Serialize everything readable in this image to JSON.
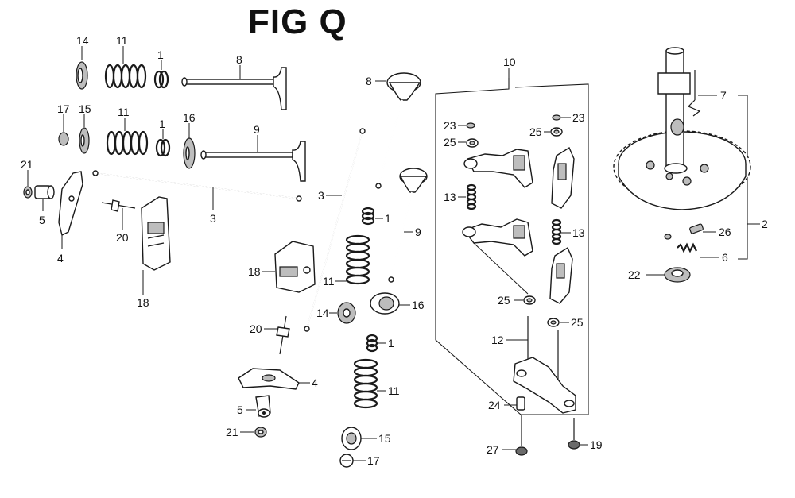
{
  "figure": {
    "title": "FIG Q"
  },
  "callouts": {
    "c14a": "14",
    "c11a": "11",
    "c1a": "1",
    "c8a": "8",
    "c17a": "17",
    "c15a": "15",
    "c11b": "11",
    "c1b": "1",
    "c16a": "16",
    "c9a": "9",
    "c21a": "21",
    "c5a": "5",
    "c4a": "4",
    "c20a": "20",
    "c3a": "3",
    "c18a": "18",
    "c8b": "8",
    "c3b": "3",
    "c1c": "1",
    "c9b": "9",
    "c18b": "18",
    "c11c": "11",
    "c14b": "14",
    "c16b": "16",
    "c20b": "20",
    "c1d": "1",
    "c4b": "4",
    "c11d": "11",
    "c5b": "5",
    "c15b": "15",
    "c21b": "21",
    "c17b": "17",
    "c10": "10",
    "c23a": "23",
    "c23b": "23",
    "c25a": "25",
    "c25b": "25",
    "c13a": "13",
    "c13b": "13",
    "c25c": "25",
    "c25d": "25",
    "c12": "12",
    "c24": "24",
    "c27": "27",
    "c19": "19",
    "c7": "7",
    "c2": "2",
    "c26": "26",
    "c6": "6",
    "c22": "22"
  }
}
